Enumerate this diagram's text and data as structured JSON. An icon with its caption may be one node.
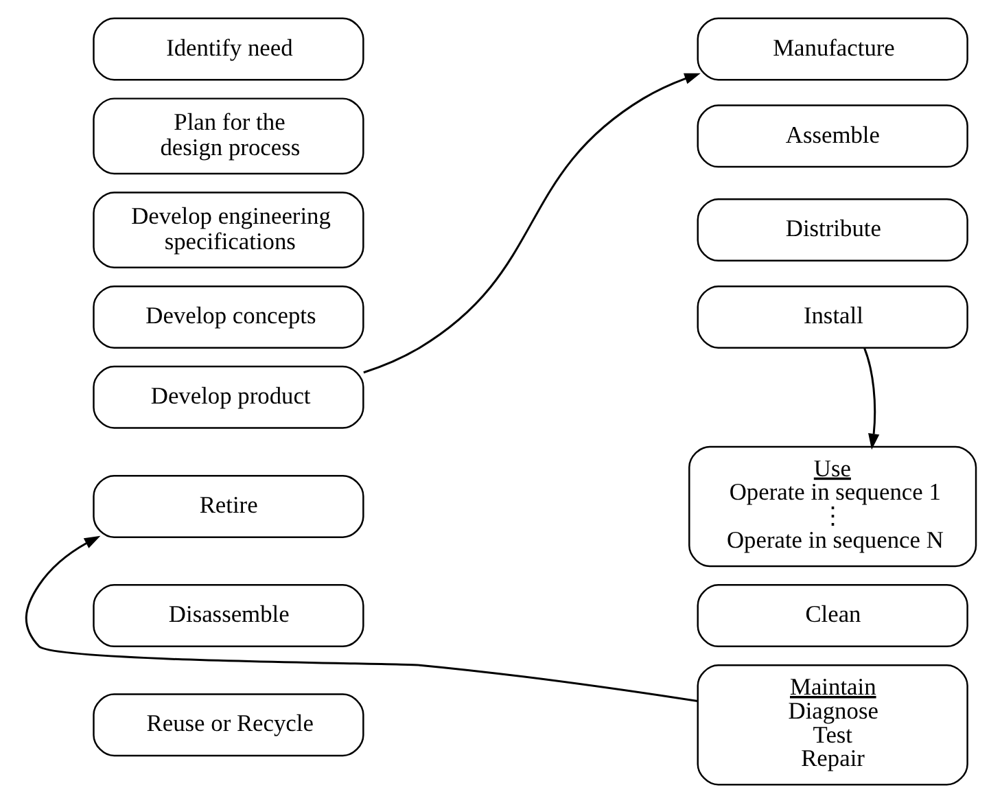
{
  "diagram": {
    "nodes": [
      {
        "text": [
          "Identify need"
        ]
      },
      {
        "text": [
          "Plan for the design process"
        ]
      },
      {
        "text": [
          "Develop engineering specifications"
        ]
      },
      {
        "text": [
          "Develop concepts"
        ]
      },
      {
        "text": [
          "Develop product"
        ]
      },
      {
        "text": [
          "Manufacture"
        ]
      },
      {
        "text": [
          "Assemble"
        ]
      },
      {
        "text": [
          "Distribute"
        ]
      },
      {
        "text": [
          "Install"
        ]
      },
      {
        "text": [
          "Use",
          "Operate in sequence 1",
          "⋮",
          "Operate in sequence N"
        ]
      },
      {
        "text": [
          "Clean"
        ]
      },
      {
        "text": [
          "Maintain",
          "Diagnose",
          "Test",
          "Repair"
        ]
      },
      {
        "text": [
          "Retire"
        ]
      },
      {
        "text": [
          "Disassemble"
        ]
      },
      {
        "text": [
          "Reuse or Recycle"
        ]
      }
    ],
    "edges": [
      {
        "from": 4,
        "to": 5,
        "arrow": "to"
      },
      {
        "from": 8,
        "to": 9,
        "arrow": "to"
      },
      {
        "from": 11,
        "to": 12,
        "arrow": "to"
      }
    ]
  }
}
